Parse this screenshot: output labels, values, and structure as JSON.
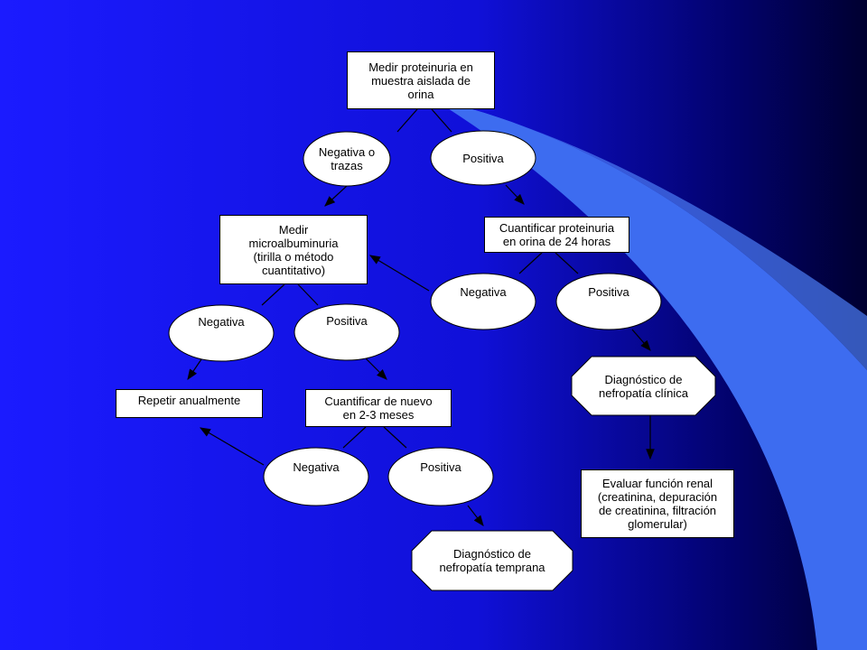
{
  "colors": {
    "bg_left": "#1a1aff",
    "bg_right": "#00003a",
    "swoosh": "#3c6cf2",
    "node_fill": "#ffffff",
    "line": "#000000"
  },
  "nodes": {
    "medir_proteinuria": "Medir proteinuria en\nmuestra aislada de\norina",
    "negativa_trazas": "Negativa o\ntrazas",
    "positiva_1": "Positiva",
    "medir_micro": "Medir\nmicroalbuminuria\n(tirilla o método\ncuantitativo)",
    "cuantificar_24h": "Cuantificar proteinuria\nen orina de 24 horas",
    "negativa_24h": "Negativa",
    "positiva_24h": "Positiva",
    "negativa_micro": "Negativa",
    "positiva_micro": "Positiva",
    "diag_clinica": "Diagnóstico de\nnefropatía clínica",
    "repetir": "Repetir anualmente",
    "cuantificar_nuevo": "Cuantificar de nuevo\nen 2-3 meses",
    "negativa_nuevo": "Negativa",
    "positiva_nuevo": "Positiva",
    "evaluar": "Evaluar función renal\n(creatinina, depuración\nde creatinina, filtración\nglomerular)",
    "diag_temprana": "Diagnóstico de\nnefropatía temprana"
  }
}
